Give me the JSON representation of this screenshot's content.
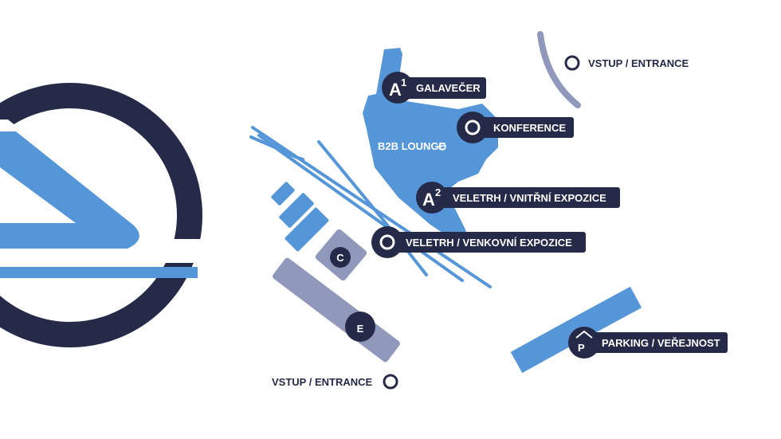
{
  "colors": {
    "blue": "#5596d8",
    "dark": "#252a48",
    "grey": "#9099bb"
  },
  "labels": {
    "a1_badge": "A",
    "a1_sup": "1",
    "a1": "GALAVEČER",
    "konference": "KONFERENCE",
    "b2b": "B2B LOUNGE",
    "a2_badge": "A",
    "a2_sup": "2",
    "a2": "VELETRH /  VNITŘNÍ EXPOZICE",
    "venkovni": "VELETRH /  VENKOVNÍ EXPOZICE",
    "c": "C",
    "e": "E",
    "parking_badge": "P",
    "parking": "PARKING / VEŘEJNOST",
    "entrance_top": "VSTUP / ENTRANCE",
    "entrance_bottom": "VSTUP / ENTRANCE"
  }
}
